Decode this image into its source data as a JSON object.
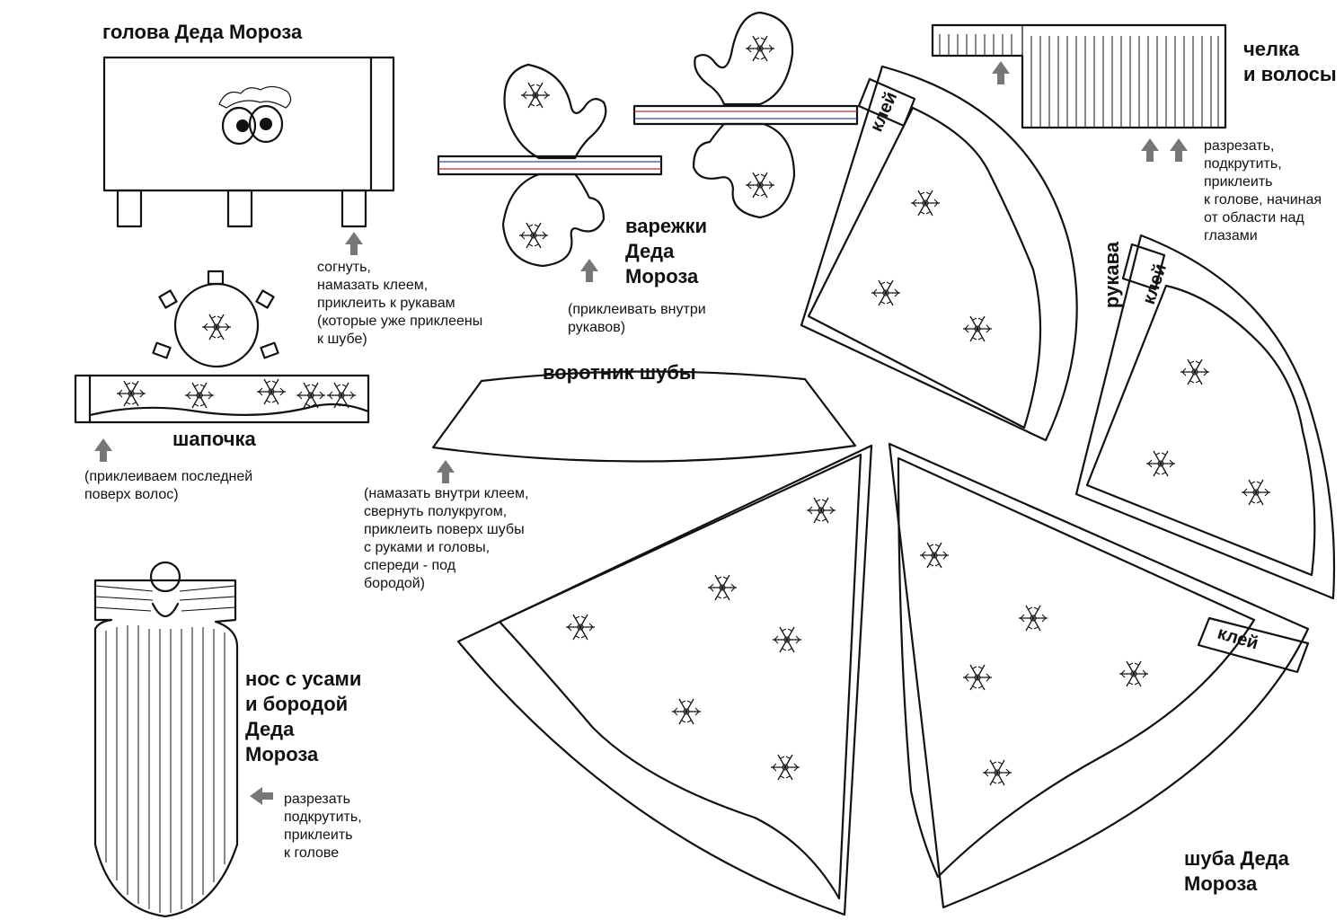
{
  "head": {
    "title": "голова Деда Мороза",
    "note": "согнуть,\nнамазать клеем,\nприклеить к рукавам\n(которые уже приклеены\nк шубе)"
  },
  "hat": {
    "title": "шапочка",
    "note": "(приклеиваем последней\nповерх волос)"
  },
  "mittens": {
    "title": "варежки\nДеда\nМороза",
    "note": "(приклеивать внутри\nрукавов)"
  },
  "hair": {
    "title": "челка\nи волосы",
    "note": "разрезать,\nподкрутить,\nприклеить\nк голове, начиная\nот области над\nглазами"
  },
  "sleeves": {
    "title": "рукава",
    "glue": "клей"
  },
  "collar": {
    "title": "воротник шубы",
    "note": "(намазать внутри клеем,\nсвернуть полукругом,\nприклеить поверх шубы\nс руками и головы,\nспереди - под\nбородой)"
  },
  "beard": {
    "title": "нос с усами\nи бородой\nДеда\nМороза",
    "note": "разрезать\nподкрутить,\nприклеить\nк голове"
  },
  "coat": {
    "title": "шуба Деда\nМороза",
    "glue": "клей"
  },
  "icons": [
    "arrow-up-icon",
    "arrow-left-icon",
    "snowflake-icon",
    "eyes-icon"
  ],
  "colors": {
    "ink": "#111111",
    "arrow": "#777777",
    "paper": "#ffffff",
    "stripe_red": "#b03030",
    "stripe_blue": "#3050a0"
  }
}
